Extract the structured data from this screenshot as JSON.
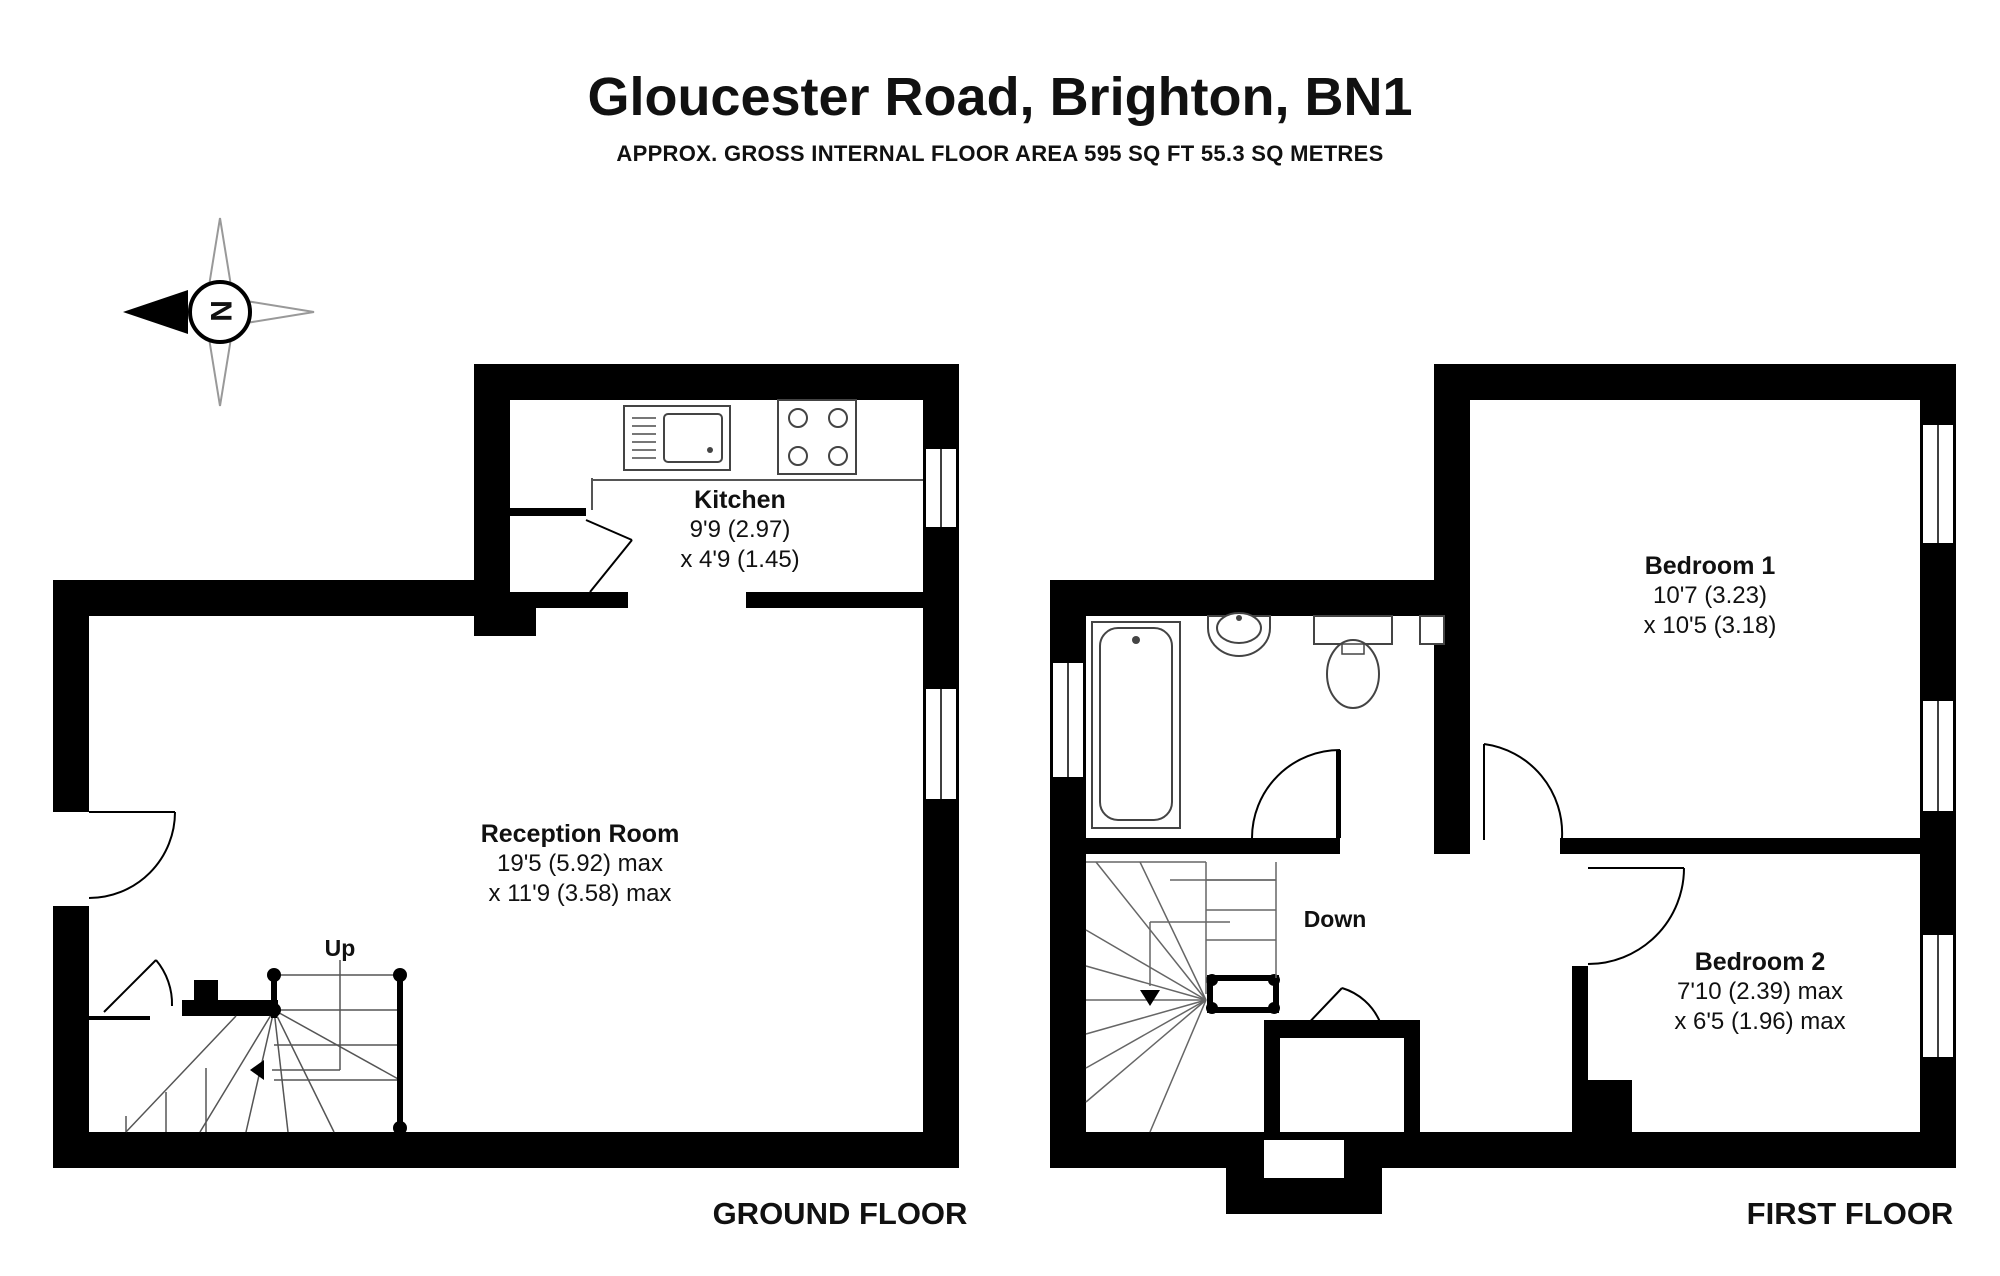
{
  "header": {
    "title": "Gloucester Road, Brighton, BN1",
    "subtitle": "APPROX. GROSS INTERNAL FLOOR AREA 595 SQ FT 55.3 SQ METRES"
  },
  "compass": {
    "letter": "N",
    "icon": "compass-rose-icon"
  },
  "ground_floor": {
    "label": "GROUND FLOOR",
    "stairs_label": "Up",
    "rooms": {
      "kitchen": {
        "name": "Kitchen",
        "dim1": "9'9 (2.97)",
        "dim2": "x 4'9 (1.45)"
      },
      "reception": {
        "name": "Reception Room",
        "dim1": "19'5 (5.92) max",
        "dim2": "x 11'9 (3.58) max"
      }
    }
  },
  "first_floor": {
    "label": "FIRST FLOOR",
    "stairs_label": "Down",
    "rooms": {
      "bedroom1": {
        "name": "Bedroom 1",
        "dim1": "10'7 (3.23)",
        "dim2": "x 10'5 (3.18)"
      },
      "bedroom2": {
        "name": "Bedroom 2",
        "dim1": "7'10 (2.39) max",
        "dim2": "x 6'5 (1.96) max"
      }
    }
  },
  "colors": {
    "wall": "#000000",
    "fixture": "#333333",
    "background": "#ffffff"
  }
}
